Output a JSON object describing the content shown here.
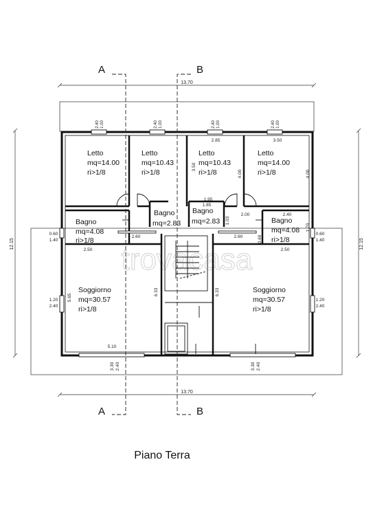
{
  "title": "Piano Terra",
  "watermark": "trovacasa",
  "sections": {
    "a": "A",
    "b": "B"
  },
  "dimensions": {
    "overall_width": "13.70",
    "overall_depth": "12.15",
    "bed_left_w": "2.40",
    "bed_left_h": "1.00",
    "bed_mid_left_w": "2.40",
    "bed_mid_left_h": "1.00",
    "bed_mid_right_w": "2.40",
    "bed_mid_right_h": "1.00",
    "bed_right_w": "2.40",
    "bed_right_h": "1.00",
    "room_w_285": "2.85",
    "room_w_350": "3.50",
    "room_h_350": "3.50",
    "room_h_400_a": "4.00",
    "room_h_400_b": "4.00",
    "bath_195": "1.95",
    "bath_185": "1.85",
    "bath_103": "1.03",
    "bath_200": "2.00",
    "bath_240": "2.40",
    "bath_170": "1.70",
    "bath_069": "0.69",
    "win_left_w": "0.60",
    "win_left_h": "1.40",
    "win_right_w": "0.60",
    "win_right_h": "1.40",
    "corr_left": "2.60",
    "corr_right": "2.60",
    "liv_left_w": "2.50",
    "liv_right_w": "2.50",
    "stair_left": "6.33",
    "stair_right": "6.33",
    "side_left_h": "5.65",
    "side_left_w1": "1.20",
    "side_left_w2": "2.40",
    "side_right_w1": "1.20",
    "side_right_w2": "2.40",
    "front_510": "5.10",
    "bot_left_a": "3.30",
    "bot_left_b": "2.40",
    "bot_right_a": "3.30",
    "bot_right_b": "2.40"
  },
  "rooms": {
    "letto_left": {
      "name": "Letto",
      "area": "mq=14.00",
      "ratio": "ri>1/8"
    },
    "letto_mid_left": {
      "name": "Letto",
      "area": "mq=10.43",
      "ratio": "ri>1/8"
    },
    "letto_mid_right": {
      "name": "Letto",
      "area": "mq=10.43",
      "ratio": "ri>1/8"
    },
    "letto_right": {
      "name": "Letto",
      "area": "mq=14.00",
      "ratio": "ri>1/8"
    },
    "bagno_left": {
      "name": "Bagno",
      "area": "mq=4.08",
      "ratio": "ri>1/8"
    },
    "bagno_mid_left": {
      "name": "Bagno",
      "area": "mq=2.83"
    },
    "bagno_mid_right": {
      "name": "Bagno",
      "area": "mq=2.83"
    },
    "bagno_right": {
      "name": "Bagno",
      "area": "mq=4.08",
      "ratio": "ri>1/8"
    },
    "soggiorno_left": {
      "name": "Soggiorno",
      "area": "mq=30.57",
      "ratio": "ri>1/8"
    },
    "soggiorno_right": {
      "name": "Soggiorno",
      "area": "mq=30.57",
      "ratio": "ri>1/8"
    }
  }
}
